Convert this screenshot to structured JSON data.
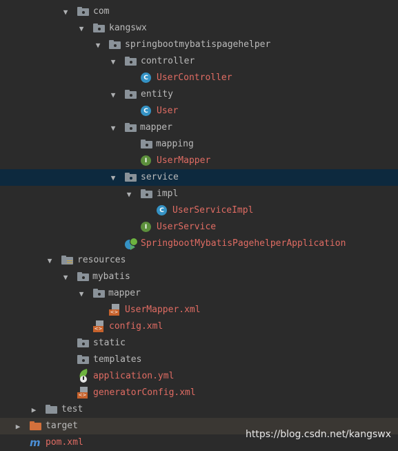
{
  "tree": {
    "com": "com",
    "kangswx": "kangswx",
    "pkg": "springbootmybatispagehelper",
    "controller": "controller",
    "user_controller": "UserController",
    "entity": "entity",
    "user": "User",
    "mapper": "mapper",
    "mapping": "mapping",
    "user_mapper": "UserMapper",
    "service": "service",
    "impl": "impl",
    "user_service_impl": "UserServiceImpl",
    "user_service": "UserService",
    "application": "SpringbootMybatisPagehelperApplication",
    "resources": "resources",
    "mybatis": "mybatis",
    "res_mapper": "mapper",
    "user_mapper_xml": "UserMapper.xml",
    "config_xml": "config.xml",
    "static": "static",
    "templates": "templates",
    "application_yml": "application.yml",
    "generator_config": "generatorConfig.xml",
    "test": "test",
    "target": "target",
    "pom": "pom.xml",
    "class_letter": "C",
    "interface_letter": "I",
    "xml_badge": "<>",
    "maven_letter": "m"
  },
  "icons": {
    "expanded": "▼",
    "collapsed": "▶"
  },
  "colors": {
    "background": "#2b2b2b",
    "selected_row": "#0d293e",
    "error_text": "#e06c63",
    "normal_text": "#bbbbbb"
  },
  "watermark": "https://blog.csdn.net/kangswx"
}
